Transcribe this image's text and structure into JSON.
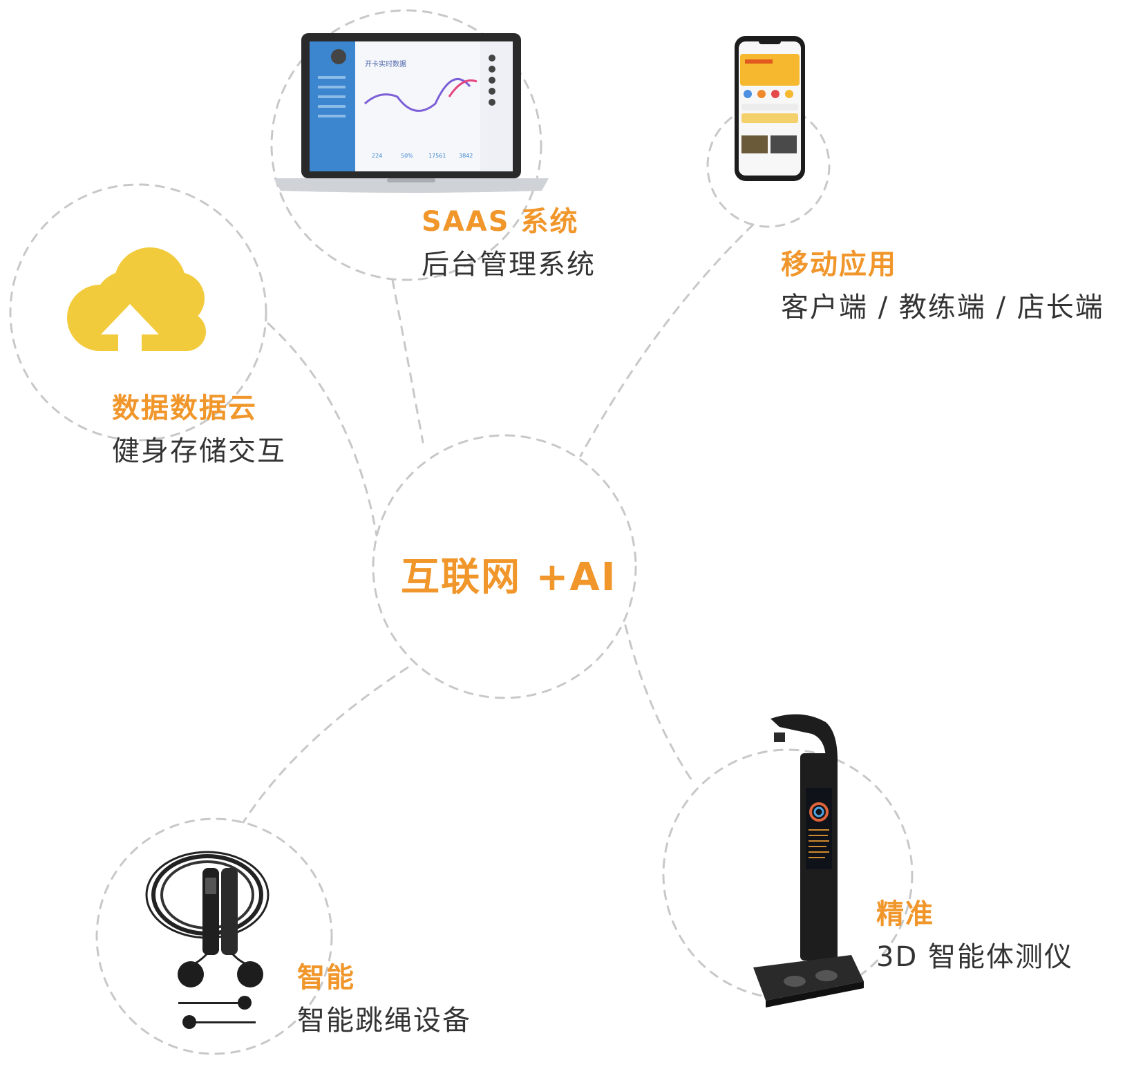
{
  "colors": {
    "accent": "#f0962a",
    "text": "#333333",
    "dash": "#c8c8c8",
    "cloud": "#f2cb3d",
    "device": "#1d1d1d"
  },
  "center": {
    "title": "互联网 +AI"
  },
  "nodes": {
    "saas": {
      "title": "SAAS 系统",
      "subtitle": "后台管理系统",
      "icon": "laptop-icon"
    },
    "mobile": {
      "title": "移动应用",
      "subtitle": "客户端 / 教练端 / 店长端",
      "icon": "phone-icon"
    },
    "cloud": {
      "title": "数据数据云",
      "subtitle": "健身存储交互",
      "icon": "cloud-upload-icon"
    },
    "rope": {
      "title": "智能",
      "subtitle": "智能跳绳设备",
      "icon": "jump-rope-icon"
    },
    "scanner": {
      "title": "精准",
      "subtitle": "3D 智能体测仪",
      "icon": "body-scanner-icon"
    }
  },
  "laptop_screen": {
    "chart_title": "开卡实时数据",
    "stats": [
      "224",
      "50%",
      "17561",
      "3842"
    ]
  }
}
